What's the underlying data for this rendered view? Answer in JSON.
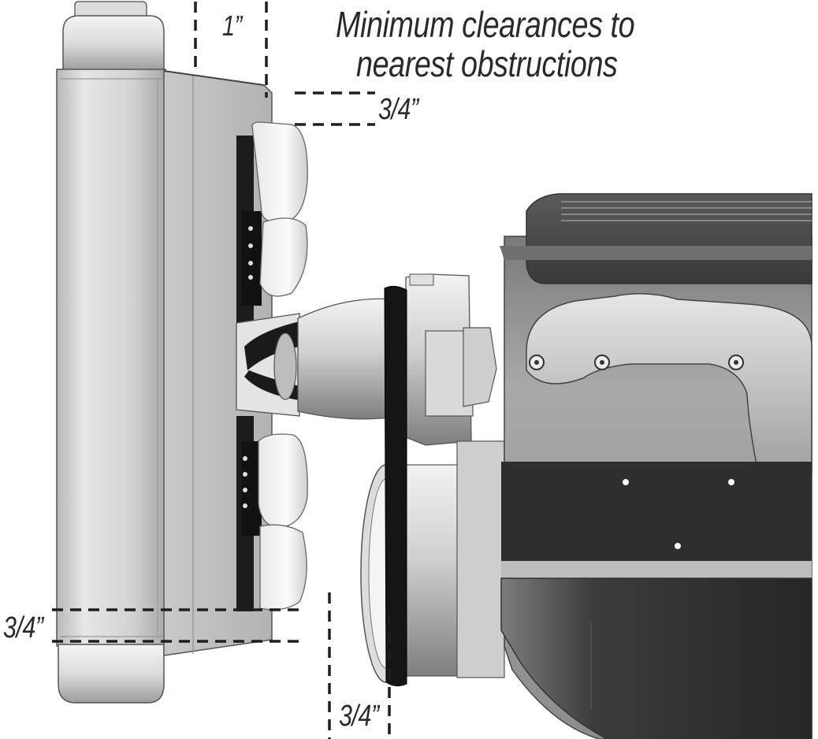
{
  "title": {
    "line1": "Minimum clearances to",
    "line2": "nearest obstructions"
  },
  "clearances": {
    "top": "1”",
    "upper_right": "3/4”",
    "lower_left": "3/4”",
    "bottom": "3/4”"
  },
  "colors": {
    "radiator": "#d6d6d6",
    "shroud": "#bfbfbf",
    "engine_dark": "#2e2e2e",
    "engine_mid": "#9a9a9a",
    "belt": "#1a1a1a",
    "dimension_line": "#1e1e1e"
  }
}
